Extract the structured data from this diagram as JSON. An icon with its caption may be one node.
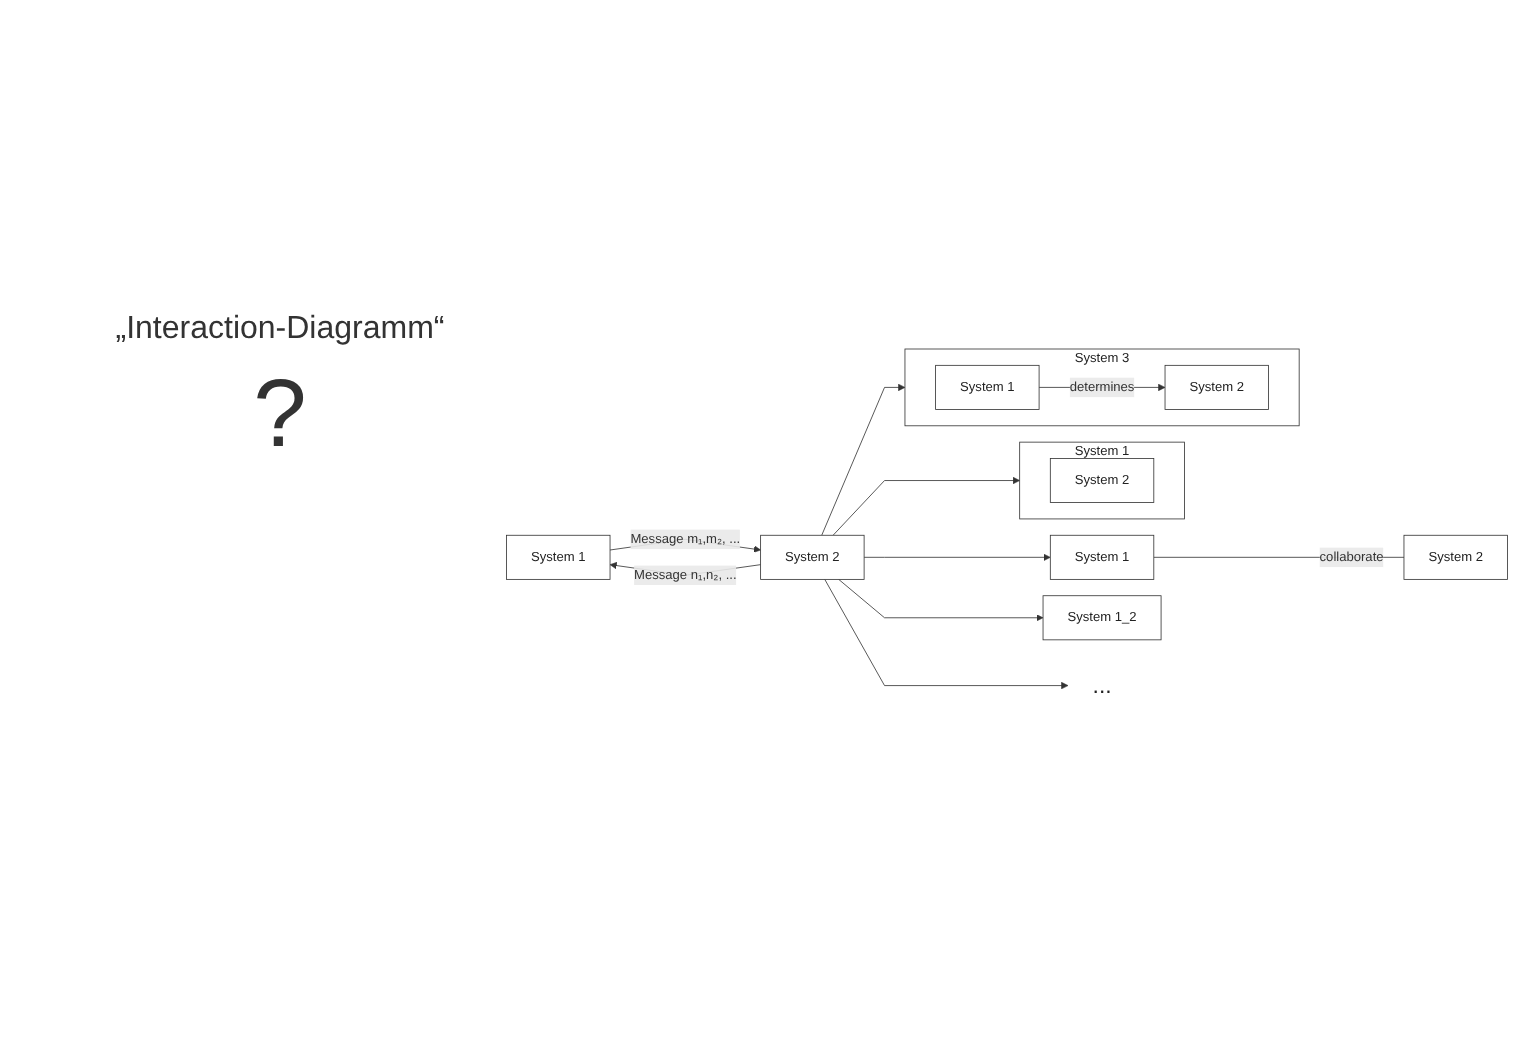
{
  "diagram": {
    "nodes": [
      {
        "text": [
          "System 1"
        ]
      },
      {
        "text": [
          "System 2"
        ]
      },
      {
        "text": [
          "System 1"
        ]
      },
      {
        "text": [
          "System 2"
        ],
        "in": 2
      },
      {
        "text": [
          "System 1"
        ]
      },
      {
        "text": [
          "System 2"
        ]
      },
      {
        "text": [
          "System 3"
        ]
      },
      {
        "text": [
          "System 1"
        ],
        "in": 6
      },
      {
        "text": [
          "System 2"
        ],
        "in": 6
      },
      {
        "text": [
          "System 1_2"
        ]
      },
      {
        "text": [
          "..."
        ]
      }
    ],
    "edges": [
      {
        "from": 1,
        "to": 0,
        "label": "Message n₁,n₂, ...",
        "arrow": "to"
      },
      {
        "from": 0,
        "to": 1,
        "label": "Message m₁,m₂, ...",
        "arrow": "to"
      },
      {
        "from": 1,
        "to": 2,
        "arrow": "to"
      },
      {
        "from": 1,
        "to": 4,
        "arrow": "to"
      },
      {
        "from": 1,
        "to": 6,
        "arrow": "to"
      },
      {
        "from": 1,
        "to": 9,
        "arrow": "to"
      },
      {
        "from": 1,
        "to": 10,
        "arrow": "to"
      },
      {
        "from": 4,
        "to": 5,
        "label": "collaborate",
        "arrow": "none"
      },
      {
        "from": 7,
        "to": 8,
        "label": "determines",
        "arrow": "to"
      }
    ],
    "labels": [
      "„Interaction-Diagramm“",
      "?"
    ]
  }
}
